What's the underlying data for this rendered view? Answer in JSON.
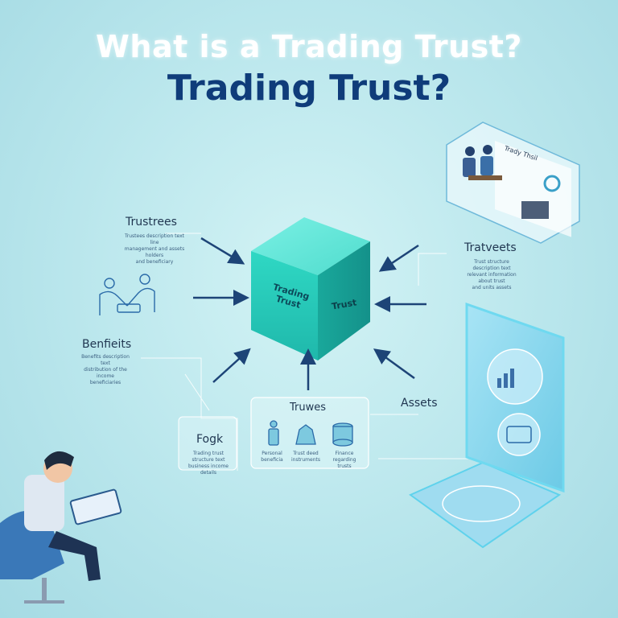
{
  "header": {
    "title_top": "What is a Trading Trust?",
    "title_main": "Trading Trust?"
  },
  "center": {
    "cube_label_front": "Trading Trust",
    "cube_label_side": "Trust"
  },
  "labels": {
    "trustrees": "Trustrees",
    "trustrees_desc": [
      "Trustees description text line",
      "management and assets holders",
      "and beneficiary"
    ],
    "benefits": "Benfieits",
    "benefits_desc": [
      "Benefits description text",
      "distribution of the income",
      "beneficiaries"
    ],
    "fogk": "Fogk",
    "fogk_desc": [
      "Trading trust structure text",
      "business income details"
    ],
    "trustees_box": "Truwes",
    "trustees_box_items": [
      "Personal beneficia",
      "Trust deed instruments",
      "Finance regarding trusts"
    ],
    "tratveets": "Tratveets",
    "tratveets_desc": [
      "Trust structure description text",
      "relevant information about trust",
      "and units assets"
    ],
    "assets": "Assets"
  },
  "meeting_panel": {
    "screen_text": "Trady Thsil"
  },
  "colors": {
    "background": "#b9e6ec",
    "title_dark": "#0f3c7a",
    "cube": "#2bd1c0",
    "arrow": "#1d4477"
  }
}
